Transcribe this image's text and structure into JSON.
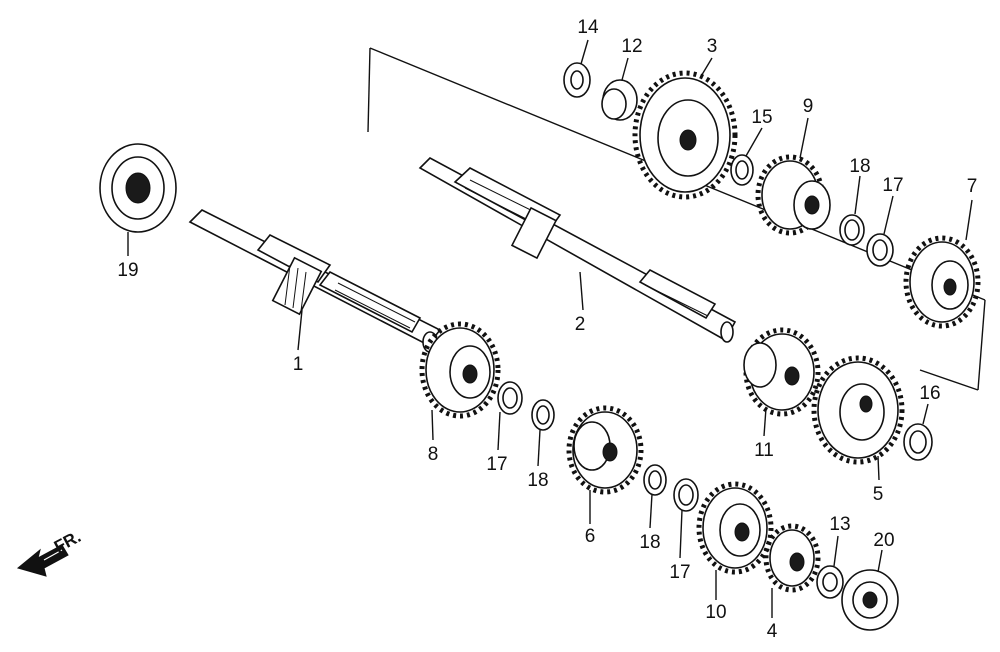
{
  "diagram": {
    "callouts": [
      "1",
      "2",
      "3",
      "4",
      "5",
      "6",
      "7",
      "8",
      "9",
      "10",
      "11",
      "12",
      "13",
      "14",
      "15",
      "16",
      "17",
      "18",
      "19",
      "20"
    ],
    "direction_label": "FR."
  }
}
